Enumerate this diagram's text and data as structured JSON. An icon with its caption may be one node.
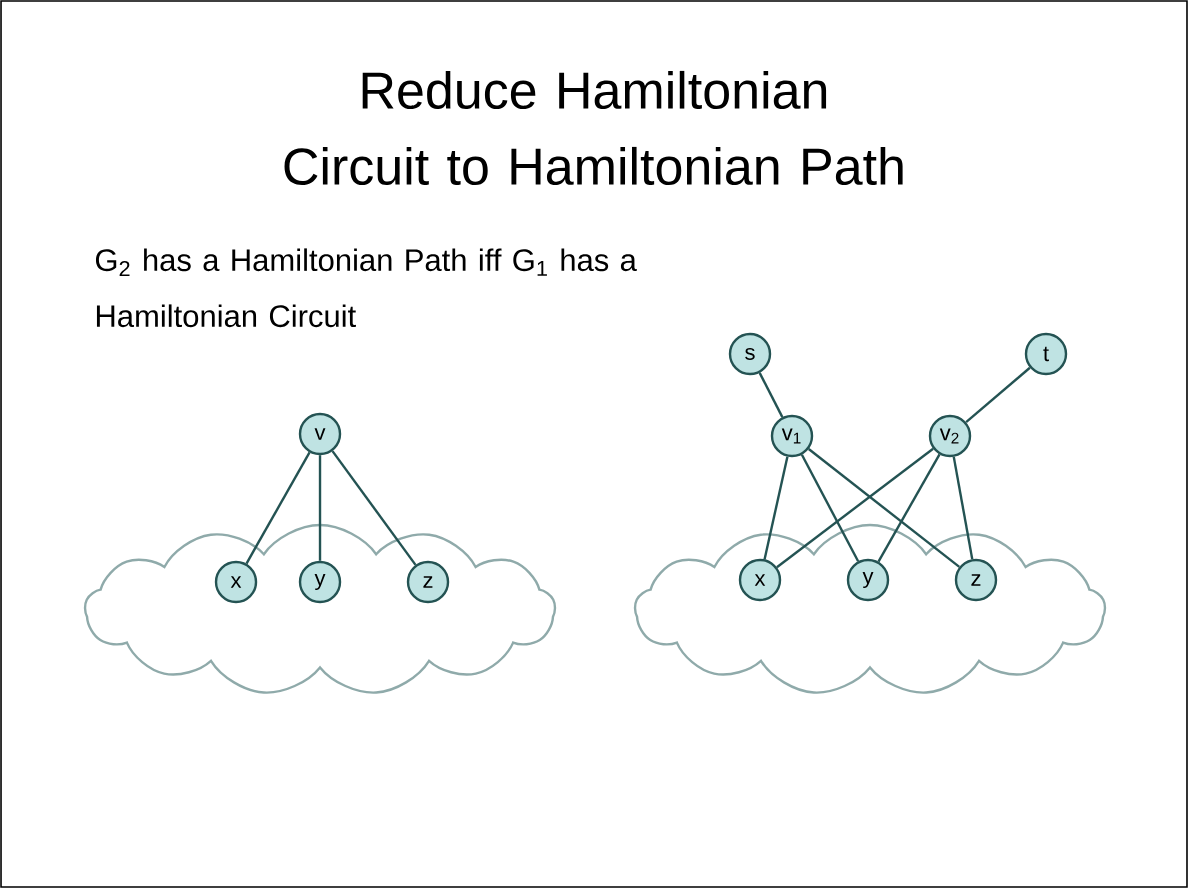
{
  "diagram": {
    "title": "Reduce Hamiltonian Circuit to Hamiltonian Path",
    "nodes": [
      {
        "text": [],
        "shape": "cloud"
      },
      {
        "text": [
          "v"
        ]
      },
      {
        "text": [
          "x"
        ],
        "in": 0
      },
      {
        "text": [
          "y"
        ],
        "in": 0
      },
      {
        "text": [
          "z"
        ],
        "in": 0
      },
      {
        "text": [],
        "shape": "cloud"
      },
      {
        "text": [
          "s"
        ]
      },
      {
        "text": [
          "t"
        ]
      },
      {
        "text": [
          "v$_{1}$"
        ]
      },
      {
        "text": [
          "v$_{2}$"
        ]
      },
      {
        "text": [
          "x"
        ],
        "in": 5
      },
      {
        "text": [
          "y"
        ],
        "in": 5
      },
      {
        "text": [
          "z"
        ],
        "in": 5
      }
    ],
    "edges": [
      {
        "from": 1,
        "to": 2,
        "arrow": "none"
      },
      {
        "from": 1,
        "to": 3,
        "arrow": "none"
      },
      {
        "from": 1,
        "to": 4,
        "arrow": "none"
      },
      {
        "from": 6,
        "to": 8,
        "arrow": "none"
      },
      {
        "from": 7,
        "to": 9,
        "arrow": "none"
      },
      {
        "from": 8,
        "to": 10,
        "arrow": "none"
      },
      {
        "from": 8,
        "to": 11,
        "arrow": "none"
      },
      {
        "from": 8,
        "to": 12,
        "arrow": "none"
      },
      {
        "from": 9,
        "to": 10,
        "arrow": "none"
      },
      {
        "from": 9,
        "to": 11,
        "arrow": "none"
      },
      {
        "from": 9,
        "to": 12,
        "arrow": "none"
      }
    ],
    "labels": [
      "G$_{2}$ has a Hamiltonian Path iff G$_{1}$ has a Hamiltonian Circuit"
    ]
  }
}
